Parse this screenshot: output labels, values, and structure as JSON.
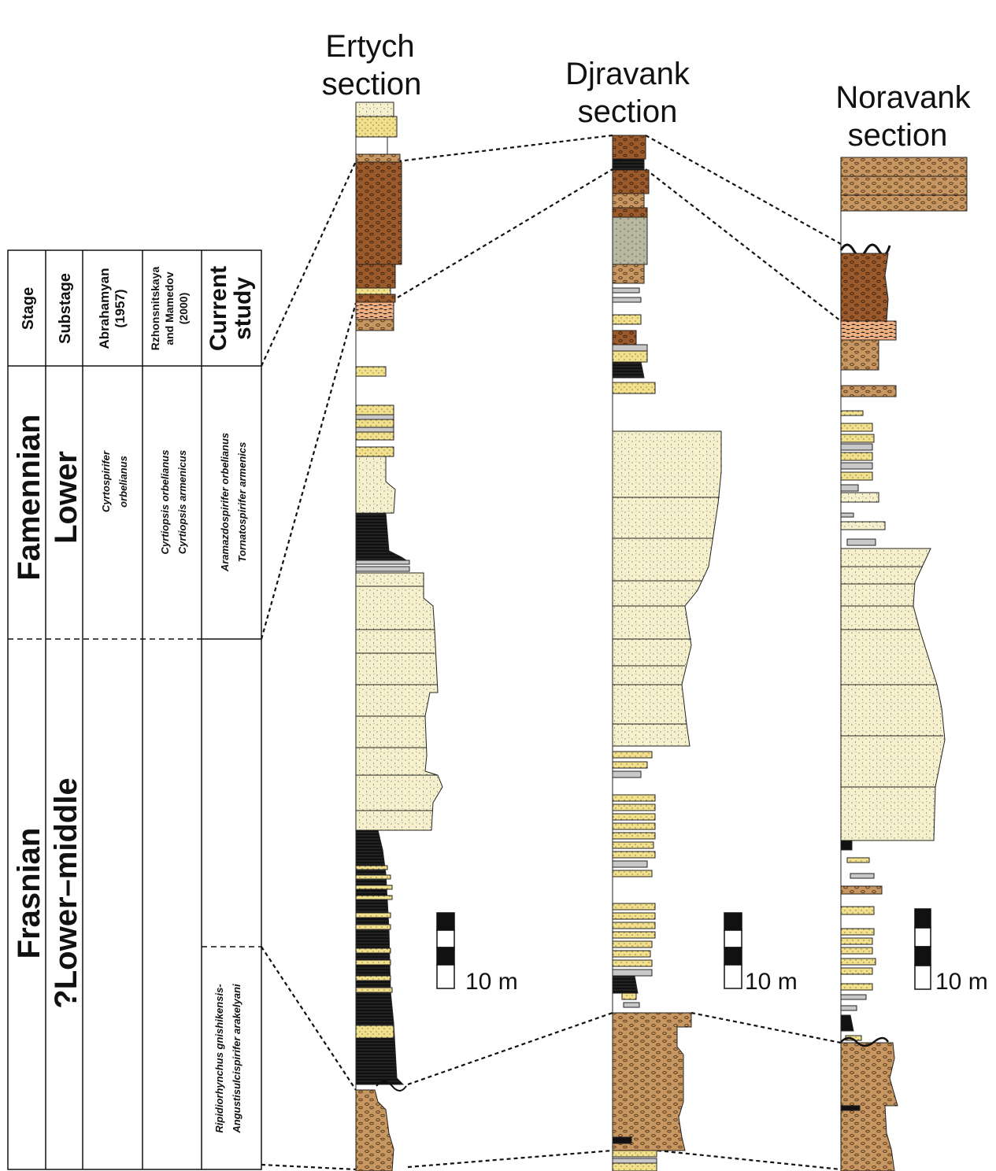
{
  "sections": [
    {
      "title_line1": "Ertych",
      "title_line2": "section"
    },
    {
      "title_line1": "Djravank",
      "title_line2": "section"
    },
    {
      "title_line1": "Noravank",
      "title_line2": "section"
    }
  ],
  "scale_bar_label": "10 m",
  "table": {
    "headers": {
      "stage": "Stage",
      "substage": "Substage",
      "abrahamyan_1": "Abrahamyan",
      "abrahamyan_2": "(1957)",
      "rzh_1": "Rzhonsnitskaya",
      "rzh_2": "and Mamedov",
      "rzh_3": "(2000)",
      "current_1": "Current",
      "current_2": "study"
    },
    "famennian": {
      "stage": "Famennian",
      "substage": "Lower",
      "abrahamyan_1": "Cyrtospirifer",
      "abrahamyan_2": "orbelianus",
      "rzh_1": "Cyrtiopsis orbelianus",
      "rzh_2": "Cyrtiopsis armenicus",
      "current_1": "Aramazdospirifer orbelianus",
      "current_2": "Tornatospirifer armenics"
    },
    "frasnian": {
      "stage": "Frasnian",
      "substage": "?Lower–middle",
      "current_1": "Ripidiorhynchus gnishikensis-",
      "current_2": "Angustisulcispirifer arakelyani"
    }
  },
  "colors": {
    "sandstone": "#f7f0cc",
    "yellow_sandstone": "#f3e08a",
    "brown_conglomerate": "#9a5a2c",
    "tan_conglomerate": "#c89660",
    "black_shale": "#111111",
    "grey_limestone": "#c8c8c8",
    "orange_bed": "#f0b080",
    "greenish_grey": "#b8b8a0"
  }
}
